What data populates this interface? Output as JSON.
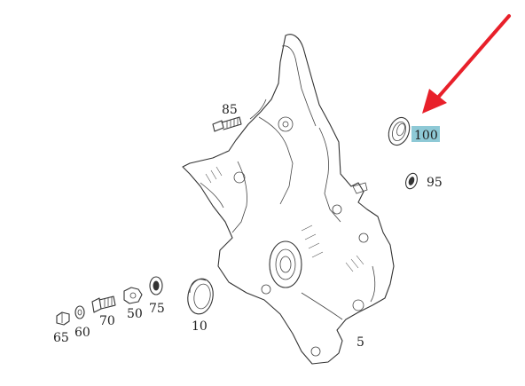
{
  "diagram": {
    "part_labels": {
      "p5": "5",
      "p10": "10",
      "p50": "50",
      "p60": "60",
      "p65": "65",
      "p70": "70",
      "p75": "75",
      "p85": "85",
      "p95": "95",
      "p100": "100"
    },
    "highlight_color": "#8ec9d6",
    "arrow_color": "#e8202a"
  }
}
